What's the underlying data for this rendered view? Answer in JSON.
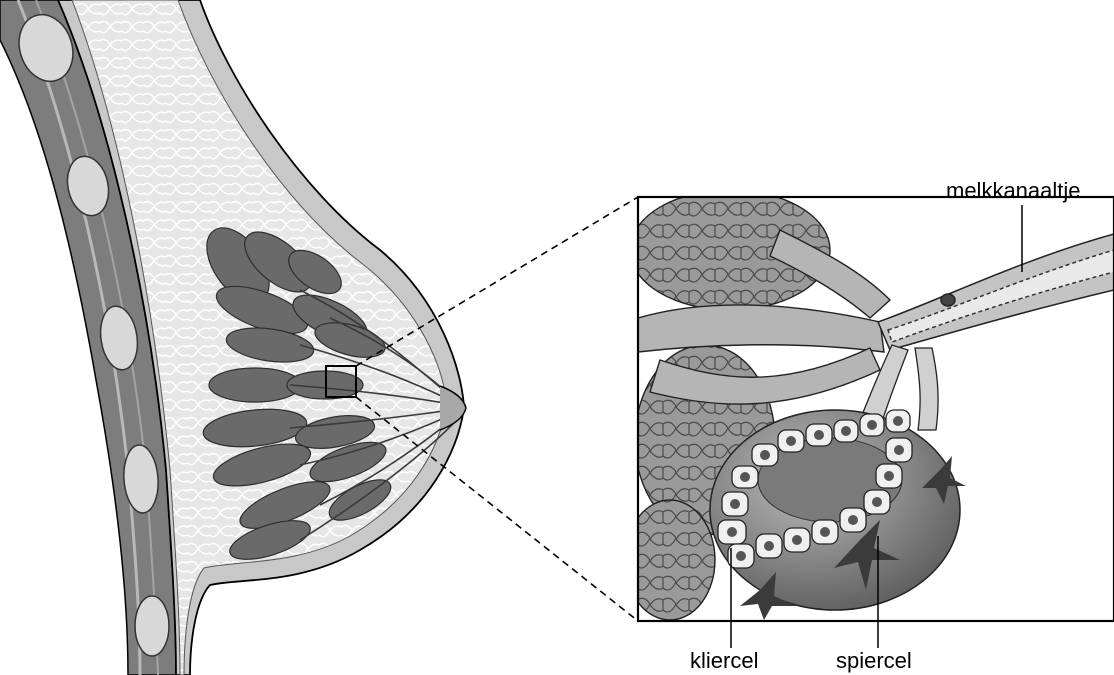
{
  "labels": {
    "duct": "melkkanaaltje",
    "gland_cell": "kliercel",
    "muscle_cell": "spiercel"
  },
  "colors": {
    "skin": "#c9c9c9",
    "fat": "#e4e4e4",
    "lobule": "#6e6e6e",
    "muscle": "#8a8a8a",
    "cell": "#f2f2f2",
    "nucleus": "#555555",
    "outline": "#000000"
  }
}
